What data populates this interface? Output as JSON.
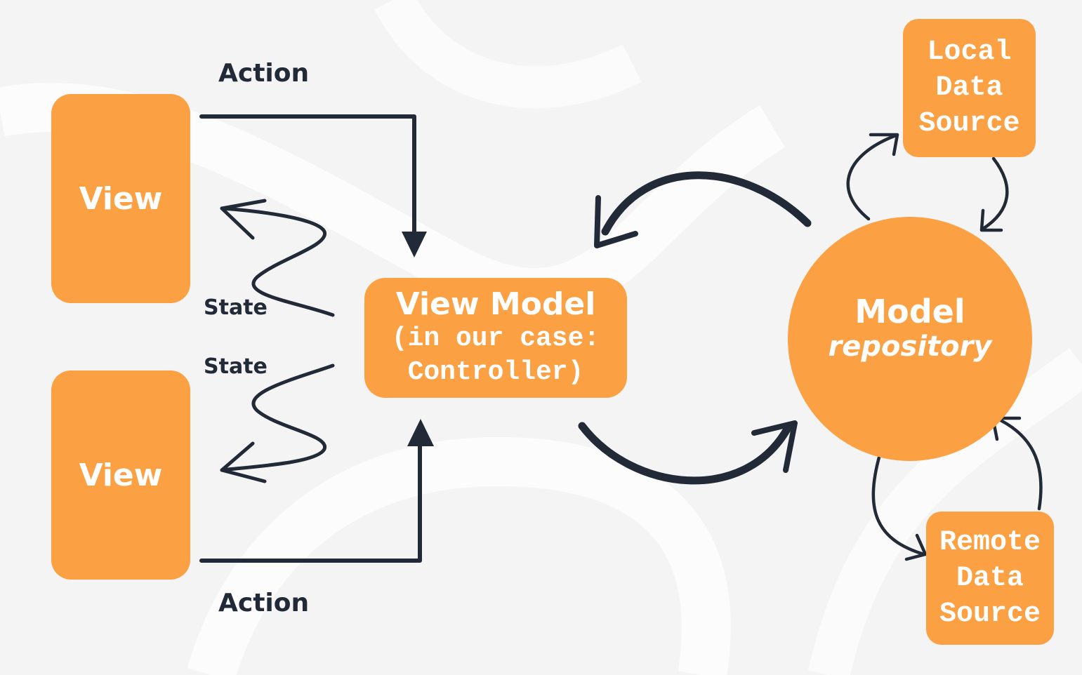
{
  "view_top": {
    "label": "View"
  },
  "view_bottom": {
    "label": "View"
  },
  "view_model": {
    "title": "View Model",
    "subtitle_line1": "(in our case:",
    "subtitle_line2": "Controller)"
  },
  "model": {
    "title": "Model",
    "subtitle": "repository"
  },
  "local_data_source": {
    "line1": "Local",
    "line2": "Data",
    "line3": "Source"
  },
  "remote_data_source": {
    "line1": "Remote",
    "line2": "Data",
    "line3": "Source"
  },
  "labels": {
    "action_top": "Action",
    "action_bottom": "Action",
    "state_top": "State",
    "state_bottom": "State"
  },
  "colors": {
    "box_fill": "#fba043",
    "arrow": "#222a38",
    "background": "#f4f4f4",
    "box_text": "#ffffff"
  }
}
